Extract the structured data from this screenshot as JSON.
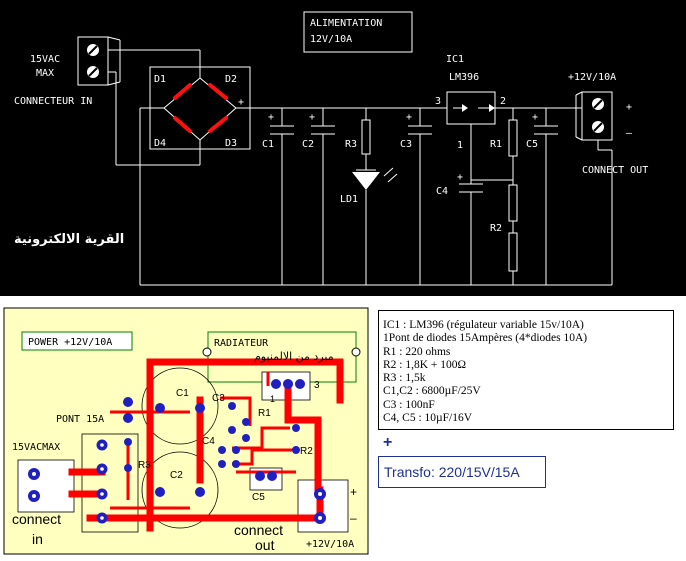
{
  "schematic": {
    "title_line1": "ALIMENTATION",
    "title_line2": "12V/10A",
    "input_label_1": "15VAC",
    "input_label_2": "MAX",
    "connector_in": "CONNECTEUR IN",
    "connector_out": "CONNECT OUT",
    "output_voltage": "+12V/10A",
    "ic_name": "IC1",
    "ic_model": "LM396",
    "pin3": "3",
    "pin2": "2",
    "pin1": "1",
    "diode_labels": [
      "D1",
      "D2",
      "D3",
      "D4"
    ],
    "c1": "C1",
    "c2": "C2",
    "c3": "C3",
    "c4": "C4",
    "c5": "C5",
    "r1": "R1",
    "r2": "R2",
    "r3": "R3",
    "led": "LD1",
    "watermark": "القرية الالكترونية",
    "plus": "+",
    "minus": "–"
  },
  "pcb": {
    "power_label": "POWER +12V/10A",
    "radiator_label": "RADIATEUR",
    "radiator_arabic": "مبرد من الالمنيوم",
    "bridge_label": "PONT 15A",
    "input_label": "15VACMAX",
    "connect_in_1": "connect",
    "connect_in_2": "in",
    "connect_out_1": "connect",
    "connect_out_2": "out",
    "output_label": "+12V/10A",
    "c1": "C1",
    "c2": "C2",
    "c3": "C3",
    "c4": "C4",
    "c5": "C5",
    "r1": "R1",
    "r2": "R2",
    "r3": "R3",
    "pin3": "3",
    "pin1": "1",
    "plus": "+",
    "minus": "–"
  },
  "parts_list": [
    "IC1 : LM396 (régulateur variable 15v/10A)",
    "1Pont de diodes 15Ampères (4*diodes 10A)",
    "R1 : 220 ohms",
    "R2 : 1,8K + 100Ω",
    "R3 : 1,5k",
    "C1,C2 : 6800µF/25V",
    "C3 : 100nF",
    "C4, C5 : 10µF/16V"
  ],
  "plus_sign": "+",
  "transformer": "Transfo: 220/15V/15A",
  "colors": {
    "schematic_bg": "#000000",
    "wire": "#ffffff",
    "diode": "#ff1010",
    "pcb_bg": "#ffffc0",
    "copper": "#ff0000",
    "pad": "#2020c0"
  }
}
